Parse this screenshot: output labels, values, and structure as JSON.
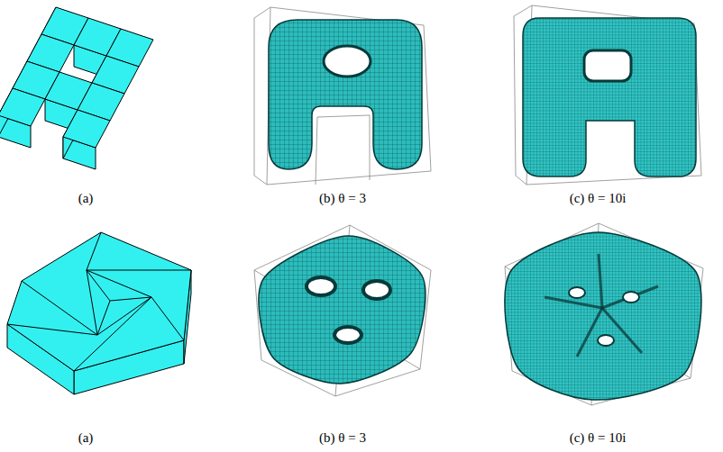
{
  "diagram": {
    "labels": [
      "(a)",
      "(b) θ = 3",
      "(c) θ = 10i",
      "(a)",
      "(b) θ = 3",
      "(c) θ = 10i"
    ]
  }
}
